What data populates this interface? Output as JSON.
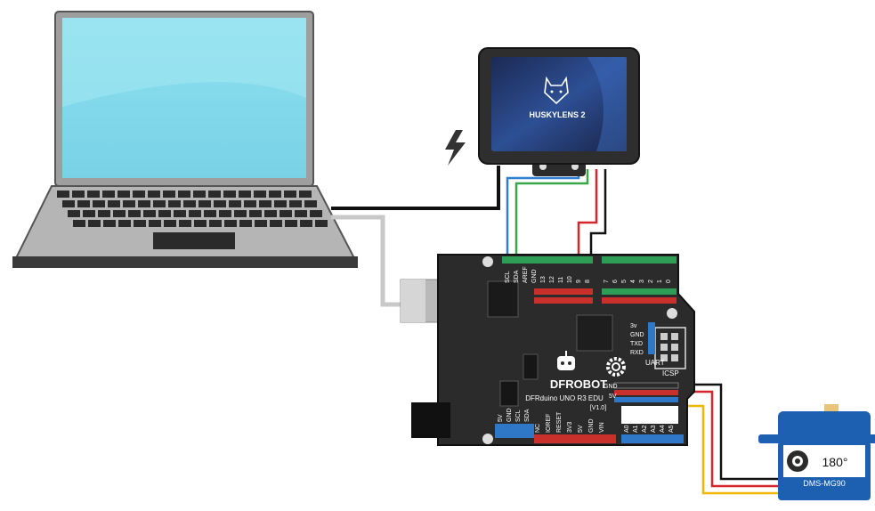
{
  "camera": {
    "brand": "HUSKYLENS 2"
  },
  "arduino": {
    "brand": "DFROBOT",
    "model": "DFRduino UNO R3 EDU",
    "version": "[V1.0]",
    "top_pins_left": [
      "SCL",
      "SDA",
      "AREF",
      "GND",
      "13",
      "12",
      "11",
      "10",
      "9",
      "8"
    ],
    "top_pins_right": [
      "7",
      "6",
      "5",
      "4",
      "3",
      "2",
      "1",
      "0"
    ],
    "uart_pins": [
      "3v",
      "GND",
      "TXD",
      "RXD"
    ],
    "uart_label": "UART",
    "icsp_label": "ICSP",
    "right_pins": [
      "GND",
      "5V"
    ],
    "bottom_left_pins": [
      "5V",
      "GND",
      "SCL",
      "SDA"
    ],
    "power_pins": [
      "NC",
      "IOREF",
      "RESET",
      "3V3",
      "5V",
      "GND",
      "VIN"
    ],
    "analog_pins": [
      "A0",
      "A1",
      "A2",
      "A3",
      "A4",
      "A5"
    ]
  },
  "servo": {
    "angle": "180°",
    "model": "DMS-MG90"
  },
  "icons": [
    "power-bolt-icon",
    "husky-logo-icon",
    "gear-icon",
    "robot-logo-icon",
    "servo-dial-icon"
  ],
  "colors": {
    "wire_black": "#111111",
    "wire_red": "#d7262b",
    "wire_green": "#3aa64a",
    "wire_blue": "#2f7fd0",
    "wire_yellow": "#f2b705",
    "wire_usb": "#c8c8c8",
    "header_green": "#2e9e57",
    "header_red": "#c9302c",
    "header_blue": "#2f78c8",
    "pcb": "#2b2b2b",
    "servo_blue": "#1d5fb0",
    "screen": "#7fd8e9"
  }
}
